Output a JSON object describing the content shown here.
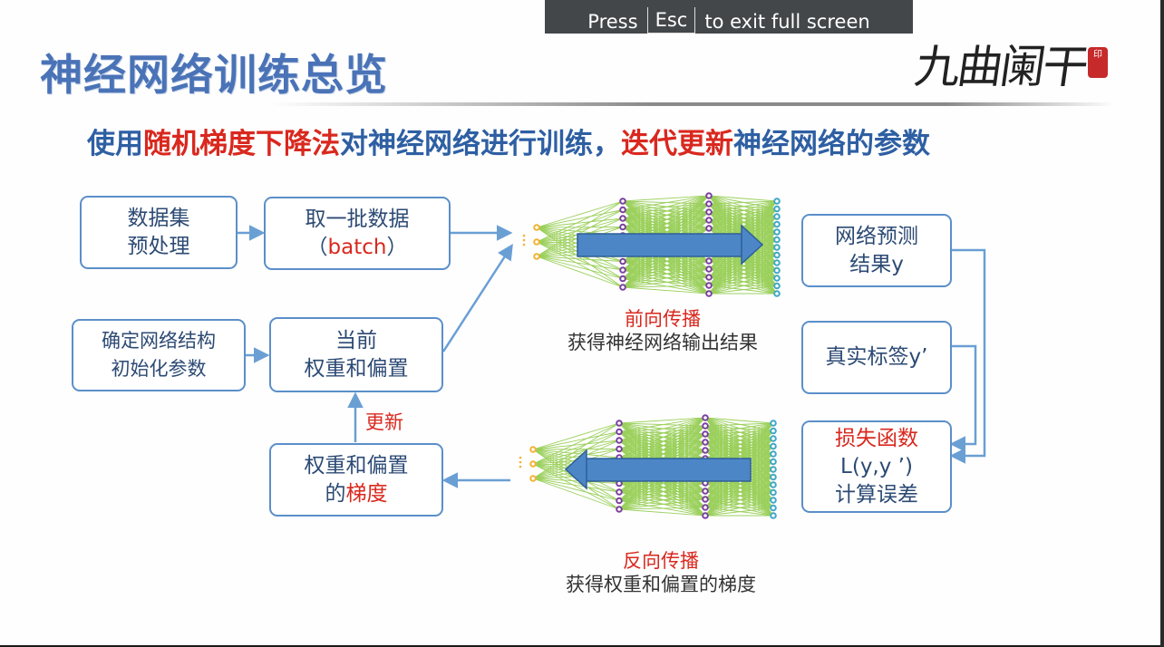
{
  "slide": {
    "title": "神经网络训练总览",
    "logo_text": "九曲阑干",
    "seal_text": "印",
    "subtitle_parts": [
      {
        "text": "使用",
        "color": "blue"
      },
      {
        "text": "随机梯度下降法",
        "color": "red"
      },
      {
        "text": "对神经网络进行训练，",
        "color": "blue"
      },
      {
        "text": "迭代更新",
        "color": "red"
      },
      {
        "text": "神经网络的参数",
        "color": "blue"
      }
    ],
    "boxes": {
      "preprocess": [
        "数据集",
        "预处理"
      ],
      "batch_line1": "取一批数据",
      "batch_open": "（",
      "batch_word": "batch",
      "batch_close": "）",
      "init": [
        "确定网络结构",
        "初始化参数"
      ],
      "current": [
        "当前",
        "权重和偏置"
      ],
      "gradient_line1": "权重和偏置",
      "gradient_de": "的",
      "gradient_word": "梯度",
      "predict": [
        "网络预测",
        "结果y"
      ],
      "truth": "真实标签y’",
      "loss_title": "损失函数",
      "loss_formula": "L(y,y ’)",
      "loss_desc": "计算误差"
    },
    "update_label": "更新",
    "forward": {
      "title": "前向传播",
      "desc": "获得神经网络输出结果"
    },
    "backward": {
      "title": "反向传播",
      "desc": "获得权重和偏置的梯度"
    },
    "colors": {
      "title": "#4a73b7",
      "blue": "#2e5fa3",
      "red": "#d9281e",
      "box_border": "#5b8fc9",
      "arrow": "#6a9fd4",
      "net_green": "#8ac840",
      "input_node": "#f2b233",
      "hidden_node": "#7b3f9e",
      "output_node": "#3fa7c4",
      "big_arrow": "#4c86c6"
    }
  },
  "overlay": {
    "press": "Press",
    "key": "Esc",
    "rest": "to exit full screen"
  }
}
